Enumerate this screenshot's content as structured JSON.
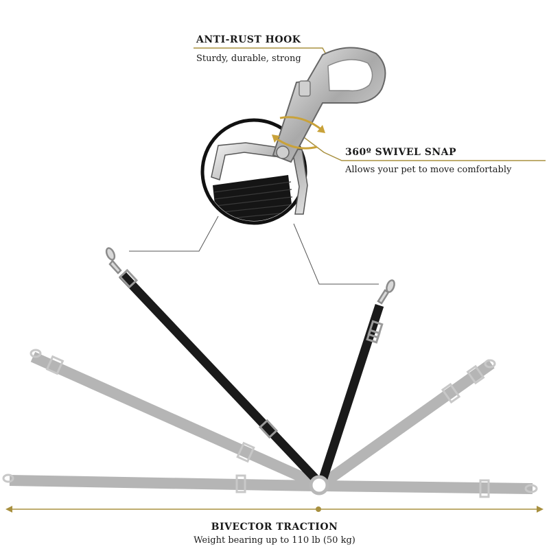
{
  "features": {
    "hook": {
      "title": "ANTI-RUST HOOK",
      "subtitle": "Sturdy, durable, strong"
    },
    "swivel": {
      "title": "360º SWIVEL SNAP",
      "subtitle": "Allows your pet to move comfortably"
    },
    "traction": {
      "title": "BIVECTOR TRACTION",
      "subtitle": "Weight bearing up to 110 lb (50 kg)"
    }
  },
  "colors": {
    "accent_gold": "#a8903f",
    "strap_black": "#1a1a1a",
    "strap_ghost": "#b5b5b5",
    "metal": "#c9c9c9",
    "text": "#1a1a1a"
  },
  "icons": {
    "rotation": "rotation-arrows-icon",
    "hook": "snap-hook-icon"
  }
}
